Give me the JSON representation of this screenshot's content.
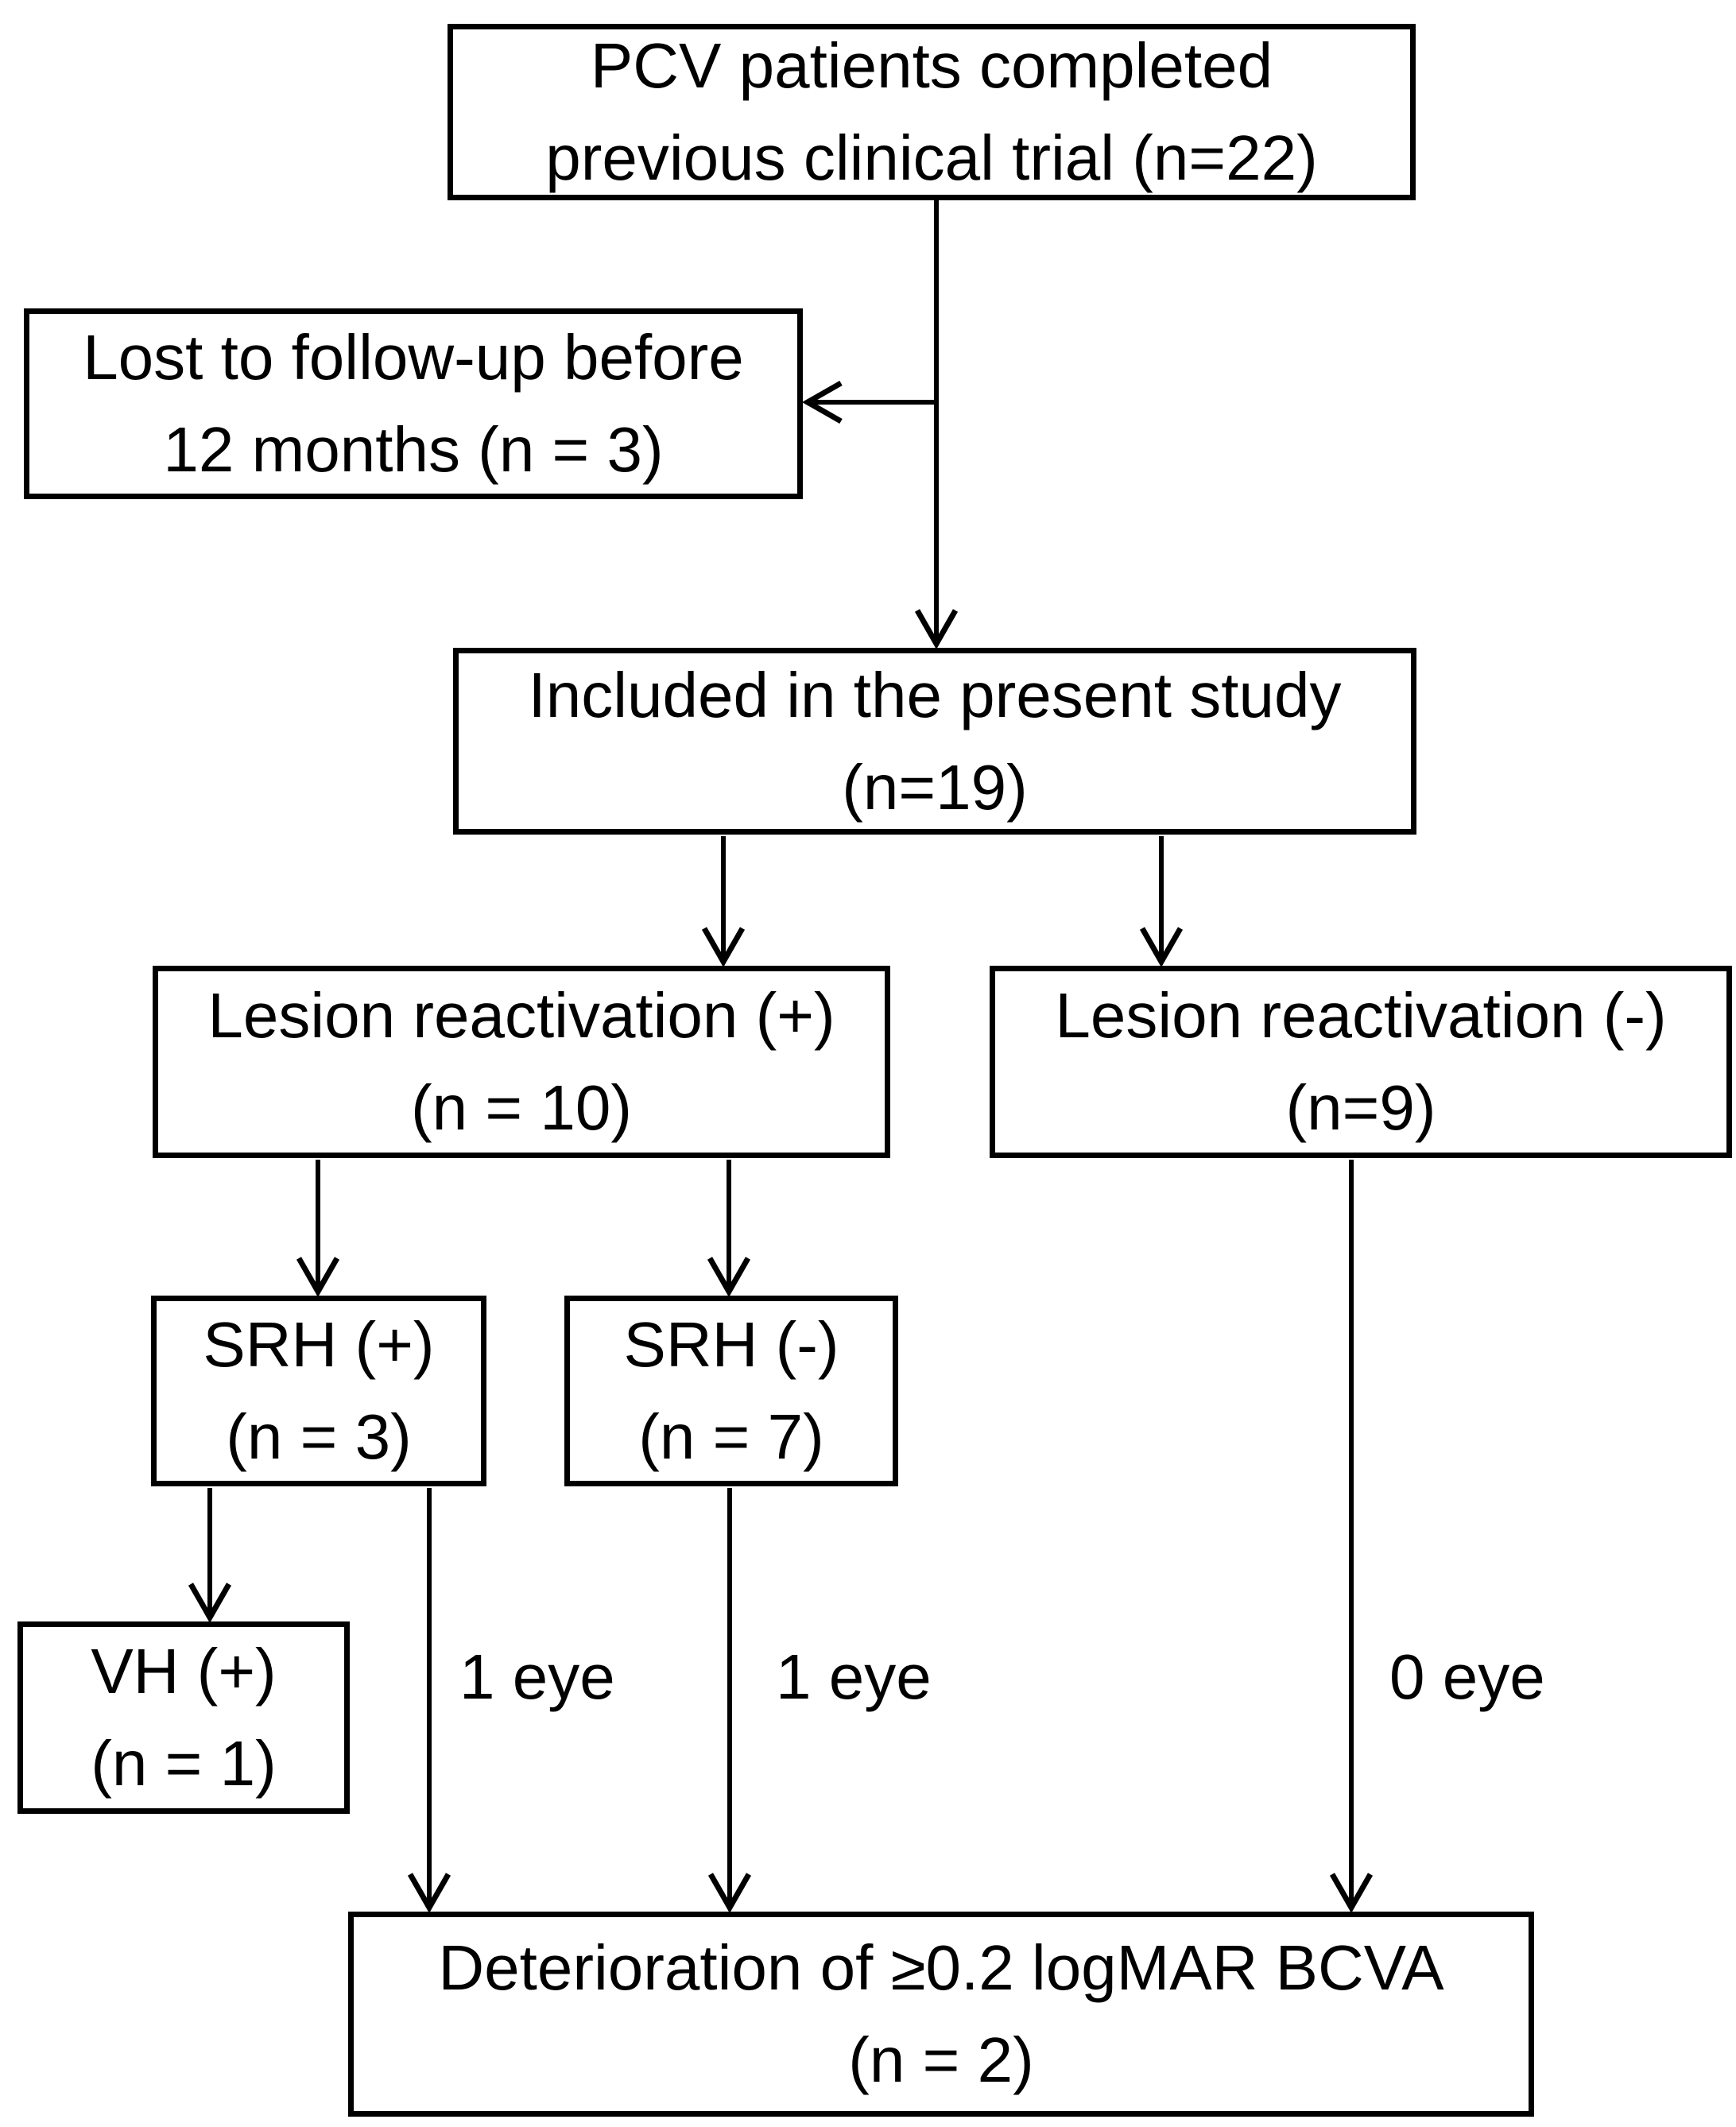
{
  "diagram": {
    "nodes": {
      "top": {
        "line1": "PCV patients completed",
        "line2": "previous clinical trial (n=22)"
      },
      "lost": {
        "line1": "Lost to follow-up before",
        "line2": "12 months (n = 3)"
      },
      "included": {
        "line1": "Included in the present study",
        "line2": "(n=19)"
      },
      "rpos": {
        "line1": "Lesion reactivation (+)",
        "line2": "(n = 10)"
      },
      "rneg": {
        "line1": "Lesion reactivation (-)",
        "line2": "(n=9)"
      },
      "srh_pos": {
        "line1": "SRH (+)",
        "line2": "(n = 3)"
      },
      "srh_neg": {
        "line1": "SRH (-)",
        "line2": "(n = 7)"
      },
      "vh_pos": {
        "line1": "VH (+)",
        "line2": "(n = 1)"
      },
      "outcome": {
        "line1": "Deterioration of ≥0.2 logMAR BCVA",
        "line2": "(n = 2)"
      }
    },
    "edge_labels": {
      "srh_pos_to_outcome": "1 eye",
      "srh_neg_to_outcome": "1 eye",
      "reactivation_neg_to_outcome": "0 eye"
    },
    "colors": {
      "line": "#000000",
      "text": "#000000",
      "box_background": "#ffffff",
      "page_background": "#ffffff"
    }
  }
}
